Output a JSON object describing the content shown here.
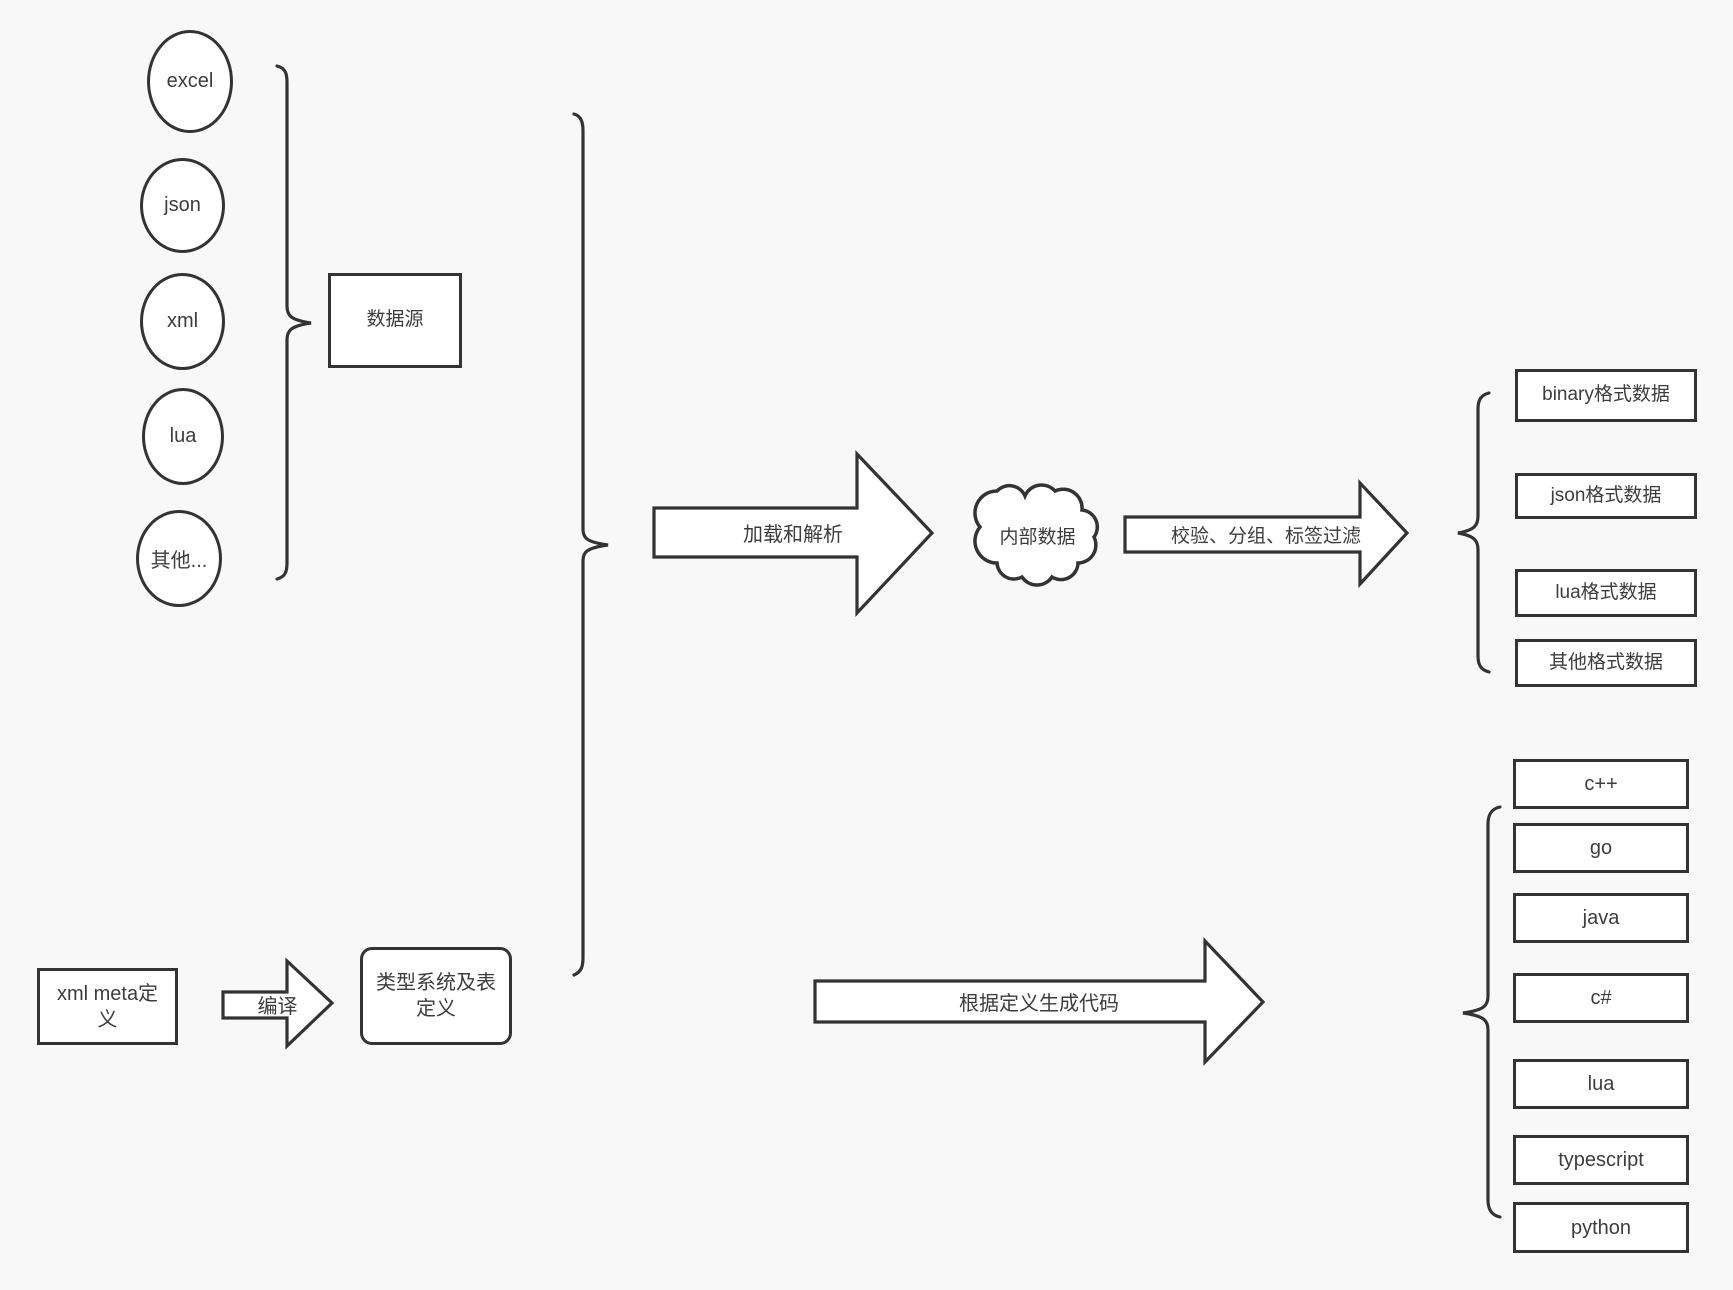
{
  "colors": {
    "background": "#f8f8f8",
    "shape_fill": "#ffffff",
    "stroke": "#333333",
    "text": "#3d3d3d"
  },
  "sources": {
    "items": [
      "excel",
      "json",
      "xml",
      "lua",
      "其他..."
    ],
    "group_label": "数据源"
  },
  "flow": {
    "load_parse": "加载和解析",
    "internal_data": "内部数据",
    "filter": "校验、分组、标签过滤",
    "compile": "编译",
    "codegen": "根据定义生成代码"
  },
  "definitions": {
    "xml_meta": "xml meta定义",
    "type_system": "类型系统及表定义"
  },
  "outputs": {
    "items": [
      "binary格式数据",
      "json格式数据",
      "lua格式数据",
      "其他格式数据"
    ]
  },
  "languages": {
    "items": [
      "c++",
      "go",
      "java",
      "c#",
      "lua",
      "typescript",
      "python"
    ]
  }
}
